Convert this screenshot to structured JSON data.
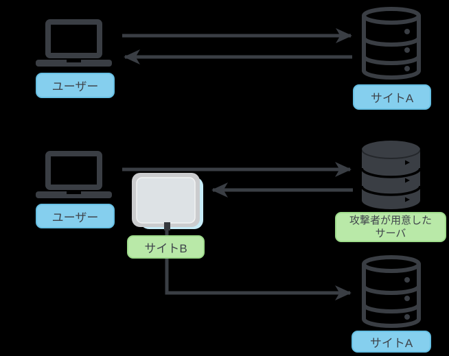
{
  "diagram": {
    "title": "user-site-attack-flow-diagram",
    "background": "#000000",
    "colors": {
      "icon_dark": "#3a3e44",
      "label_blue": "#85cfee",
      "label_blue_border": "#67c0e4",
      "label_green": "#b9e9a8",
      "label_green_border": "#9edc8b",
      "label_text": "#3f444b",
      "siteb_fill": "#dde2e5",
      "siteb_frame": "#cbccce",
      "siteb_accent_blue": "#c7ecf8"
    },
    "icons": {
      "user": "laptop-icon",
      "site_a": "database-icon",
      "attacker_server": "database-solid-icon",
      "site_b": "webpage-icon"
    },
    "flow_top": {
      "user": {
        "label": "ユーザー"
      },
      "site_a": {
        "label": "サイトA"
      },
      "arrows": [
        {
          "name": "request-arrow",
          "direction": "right"
        },
        {
          "name": "response-arrow",
          "direction": "left"
        }
      ]
    },
    "flow_bottom": {
      "user": {
        "label": "ユーザー"
      },
      "site_b": {
        "label": "サイトB"
      },
      "attacker_server": {
        "label": "攻撃者が用意した\nサーバ"
      },
      "site_a": {
        "label": "サイトA"
      },
      "arrows": [
        {
          "name": "request-arrow",
          "direction": "right"
        },
        {
          "name": "attacker-response-arrow",
          "direction": "left"
        },
        {
          "name": "siteb-to-sitea-arrow",
          "direction": "elbow-right"
        }
      ]
    }
  }
}
